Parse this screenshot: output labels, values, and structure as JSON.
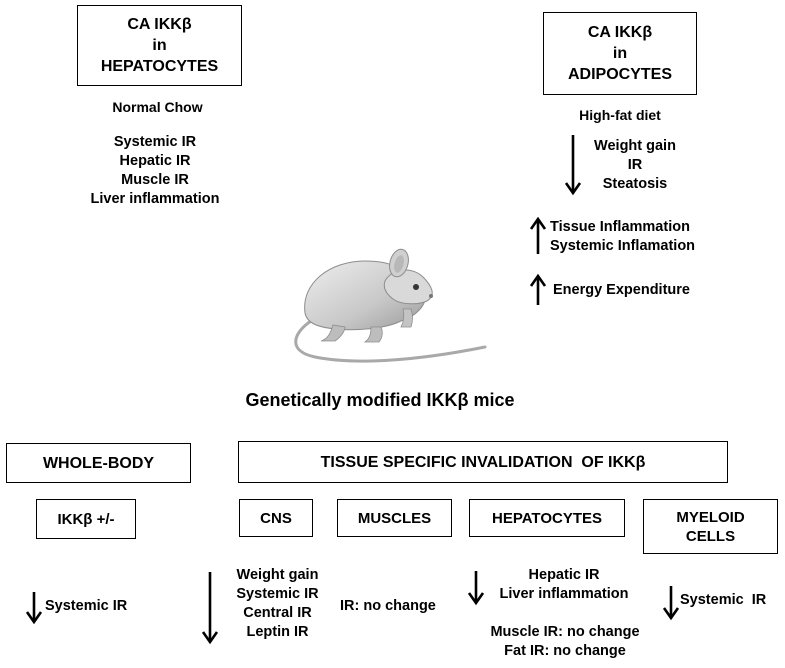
{
  "hepatocytes_panel": {
    "box_lines": [
      "CA IKKβ",
      "in",
      "HEPATOCYTES"
    ],
    "diet": "Normal Chow",
    "effects": [
      "Systemic IR",
      "Hepatic IR",
      "Muscle IR",
      "Liver inflammation"
    ]
  },
  "adipocytes_panel": {
    "box_lines": [
      "CA IKKβ",
      "in",
      "ADIPOCYTES"
    ],
    "diet": "High-fat diet",
    "decreased": [
      "Weight gain",
      "IR",
      "Steatosis"
    ],
    "increased_inflammation": [
      "Tissue Inflammation",
      "Systemic Inflamation"
    ],
    "increased_energy": "Energy Expenditure"
  },
  "mouse_caption": "Genetically modified IKKβ mice",
  "bottom": {
    "whole_body_title": "WHOLE-BODY",
    "tissue_title": "TISSUE SPECIFIC INVALIDATION  OF IKKβ",
    "ikk_label": "IKKβ +/-",
    "ikk_effect": "Systemic IR",
    "cns_label": "CNS",
    "cns_effects": [
      "Weight gain",
      "Systemic IR",
      "Central IR",
      "Leptin IR"
    ],
    "muscles_label": "MUSCLES",
    "muscles_effect": "IR:  no change",
    "hepatocytes_label": "HEPATOCYTES",
    "hepatocytes_decreased": [
      "Hepatic IR",
      "Liver inflammation"
    ],
    "hepatocytes_no_change": [
      "Muscle IR: no change",
      "Fat IR: no change"
    ],
    "myeloid_label_lines": [
      "MYELOID",
      "CELLS"
    ],
    "myeloid_effect": "Systemic  IR"
  },
  "icons": [
    "mouse-illustration",
    "arrow-down-icon",
    "arrow-up-icon"
  ]
}
